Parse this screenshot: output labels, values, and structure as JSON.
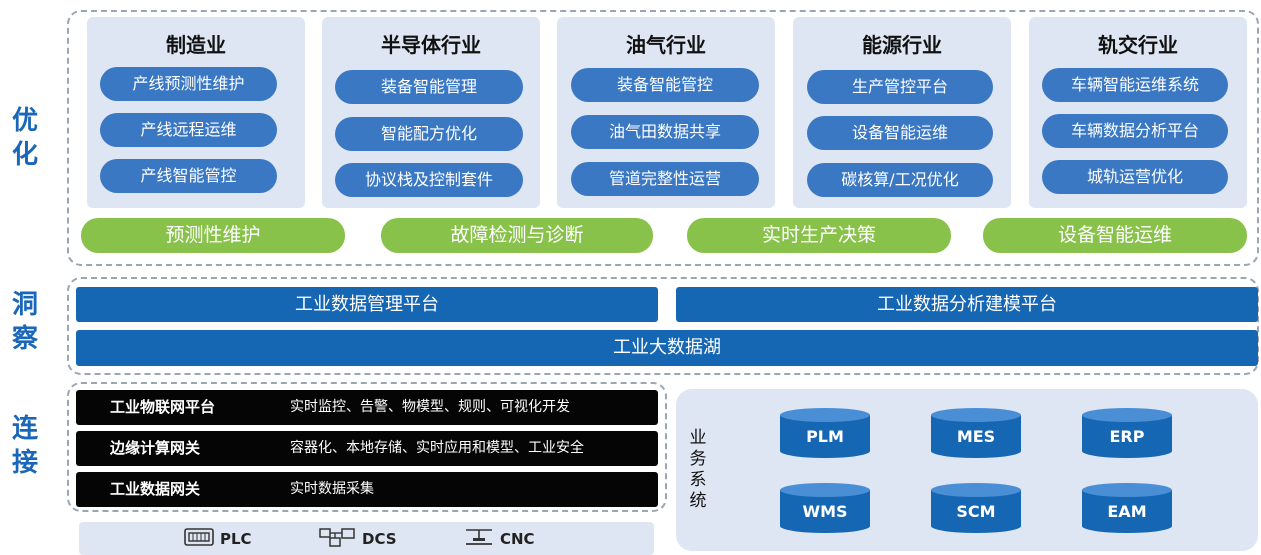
{
  "layers": {
    "optimize": "优化",
    "insight": "洞察",
    "connect": "连接"
  },
  "industries": [
    {
      "title": "制造业",
      "items": [
        "产线预测性维护",
        "产线远程运维",
        "产线智能管控"
      ]
    },
    {
      "title": "半导体行业",
      "items": [
        "装备智能管理",
        "智能配方优化",
        "协议栈及控制套件"
      ]
    },
    {
      "title": "油气行业",
      "items": [
        "装备智能管控",
        "油气田数据共享",
        "管道完整性运营"
      ]
    },
    {
      "title": "能源行业",
      "items": [
        "生产管控平台",
        "设备智能运维",
        "碳核算/工况优化"
      ]
    },
    {
      "title": "轨交行业",
      "items": [
        "车辆智能运维系统",
        "车辆数据分析平台",
        "城轨运营优化"
      ]
    }
  ],
  "capabilities": [
    "预测性维护",
    "故障检测与诊断",
    "实时生产决策",
    "设备智能运维"
  ],
  "insight": {
    "data_management": "工业数据管理平台",
    "analytics_modeling": "工业数据分析建模平台",
    "data_lake": "工业大数据湖"
  },
  "connect": {
    "rows": [
      {
        "name": "工业物联网平台",
        "desc": "实时监控、告警、物模型、规则、可视化开发"
      },
      {
        "name": "边缘计算网关",
        "desc": "容器化、本地存储、实时应用和模型、工业安全"
      },
      {
        "name": "工业数据网关",
        "desc": "实时数据采集"
      }
    ],
    "devices": [
      {
        "label": "PLC",
        "icon": "plc-icon"
      },
      {
        "label": "DCS",
        "icon": "dcs-icon"
      },
      {
        "label": "CNC",
        "icon": "cnc-icon"
      }
    ]
  },
  "business": {
    "label": "业务系统",
    "systems": [
      "PLM",
      "MES",
      "ERP",
      "WMS",
      "SCM",
      "EAM"
    ]
  },
  "colors": {
    "accent_blue": "#1566b3",
    "pill_blue": "#3a78c4",
    "green": "#89c24b",
    "panel": "#dfe6f3",
    "label_blue": "#1a66b8"
  }
}
